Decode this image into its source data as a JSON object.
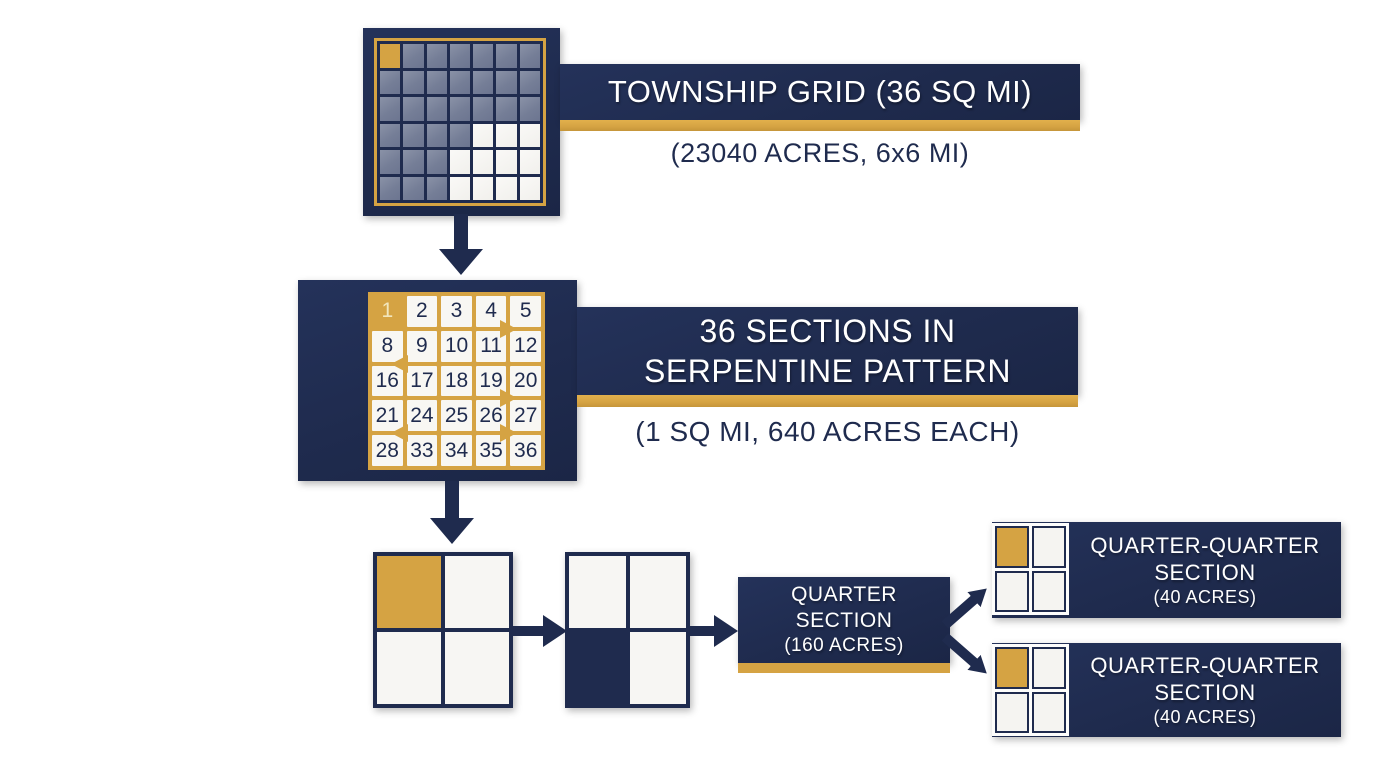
{
  "colors": {
    "navy": "#1F2B4E",
    "gold": "#D5A343",
    "slate_cell": "#79819A",
    "white_cell": "#F5F4F1",
    "highlight_number": "#F2E6BC"
  },
  "township": {
    "banner_title": "TOWNSHIP GRID (36 SQ MI)",
    "subtitle": "(23040 ACRES, 6x6 MI)",
    "grid_rows": [
      "GSSSSSS",
      "SSSSSSS",
      "SSSSSSS",
      "SSSSWWW",
      "SSSWWWW",
      "SSSWWWW"
    ]
  },
  "sections": {
    "banner_title_line1": "36 SECTIONS IN",
    "banner_title_line2": "SERPENTINE PATTERN",
    "subtitle": "(1 SQ MI, 640 ACRES EACH)",
    "numbers": [
      [
        "1",
        "2",
        "3",
        "4",
        "5"
      ],
      [
        "8",
        "9",
        "10",
        "11",
        "12"
      ],
      [
        "16",
        "17",
        "18",
        "19",
        "20"
      ],
      [
        "21",
        "24",
        "25",
        "26",
        "27"
      ],
      [
        "28",
        "33",
        "34",
        "35",
        "36"
      ]
    ],
    "highlighted_section": "1"
  },
  "quarter_flow": {
    "square1": {
      "gold_cell_index": 0
    },
    "square2": {
      "navy_cell_index": 2
    },
    "quarter_section": {
      "line1": "QUARTER",
      "line2": "SECTION",
      "line3": "(160 ACRES)"
    },
    "quarter_quarter_top": {
      "line1": "QUARTER-QUARTER",
      "line2": "SECTION",
      "line3": "(40 ACRES)",
      "gold_cell_index": 0
    },
    "quarter_quarter_bottom": {
      "line1": "QUARTER-QUARTER",
      "line2": "SECTION",
      "line3": "(40 ACRES)",
      "gold_cell_index": 0
    }
  }
}
